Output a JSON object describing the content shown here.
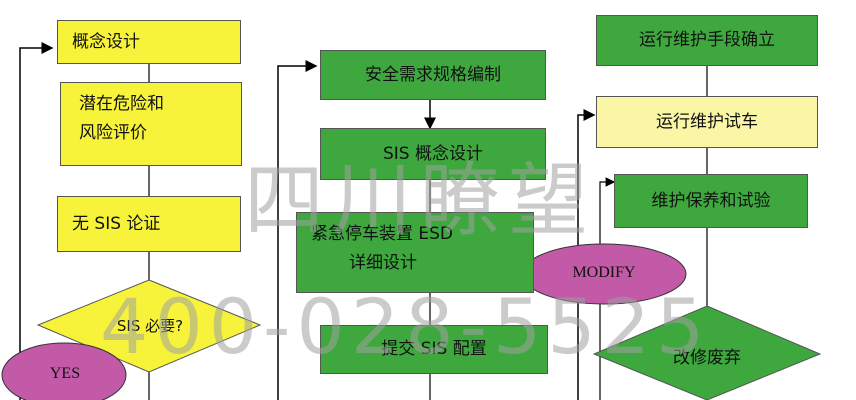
{
  "column1": {
    "concept": "概念设计",
    "hazard_line1": "潜在危险和",
    "hazard_line2": "风险评价",
    "no_sis": "无 SIS 论证",
    "decision": "SIS 必要?",
    "yes": "YES"
  },
  "column2": {
    "safety_spec": "安全需求规格编制",
    "sis_concept": "SIS 概念设计",
    "esd_line1": "紧急停车装置 ESD",
    "esd_line2": "详细设计",
    "modify": "MODIFY",
    "submit": "提交 SIS 配置"
  },
  "column3": {
    "maint_method": "运行维护手段确立",
    "maint_trial": "运行维护试车",
    "maint_test": "维护保养和试验",
    "decommission": "改修废弃"
  },
  "watermark": {
    "name": "四川瞭望",
    "phone": "400-028-5525"
  },
  "colors": {
    "yellow": "#f7f33a",
    "pale_yellow": "#fbf6a6",
    "green": "#3ea83f",
    "ellipse": "#c25aa8"
  }
}
